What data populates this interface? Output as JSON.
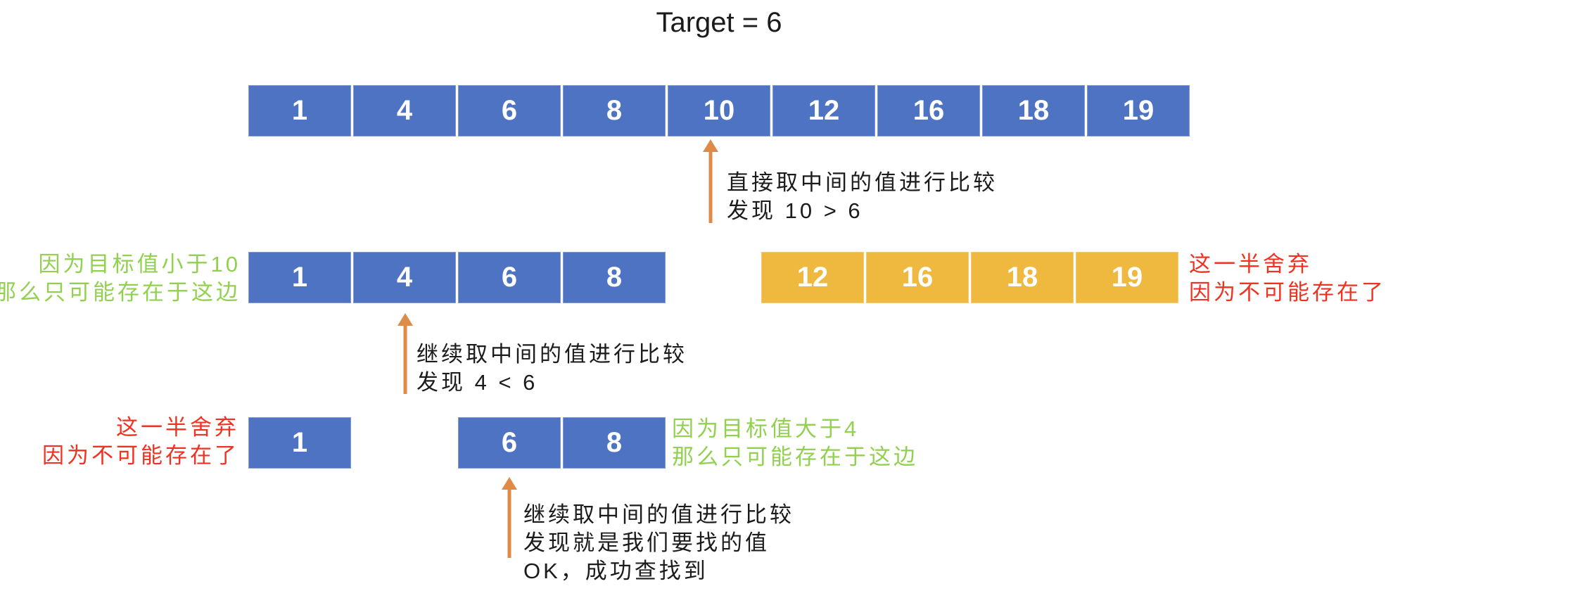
{
  "colors": {
    "array_blue": "#4E73C2",
    "array_gold": "#EFB83F",
    "arrow_orange": "#E08A47",
    "note_green": "#92D050",
    "note_red": "#EE3322",
    "text_black": "#1B1B1B"
  },
  "title": "Target = 6",
  "step1": {
    "array": [
      "1",
      "4",
      "6",
      "8",
      "10",
      "12",
      "16",
      "18",
      "19"
    ],
    "annotation": {
      "line1": "直接取中间的值进行比较",
      "line2": "发现 10 > 6"
    }
  },
  "step2": {
    "kept_array": [
      "1",
      "4",
      "6",
      "8"
    ],
    "discarded_array": [
      "12",
      "16",
      "18",
      "19"
    ],
    "keep_note": {
      "line1": "因为目标值小于10",
      "line2": "那么只可能存在于这边"
    },
    "discard_note": {
      "line1": "这一半舍弃",
      "line2": "因为不可能存在了"
    },
    "annotation": {
      "line1": "继续取中间的值进行比较",
      "line2": "发现 4 < 6"
    }
  },
  "step3": {
    "discarded_array": [
      "1"
    ],
    "kept_array": [
      "6",
      "8"
    ],
    "discard_note": {
      "line1": "这一半舍弃",
      "line2": "因为不可能存在了"
    },
    "keep_note": {
      "line1": "因为目标值大于4",
      "line2": "那么只可能存在于这边"
    },
    "annotation": {
      "line1": "继续取中间的值进行比较",
      "line2": "发现就是我们要找的值",
      "line3": "OK，成功查找到"
    }
  }
}
